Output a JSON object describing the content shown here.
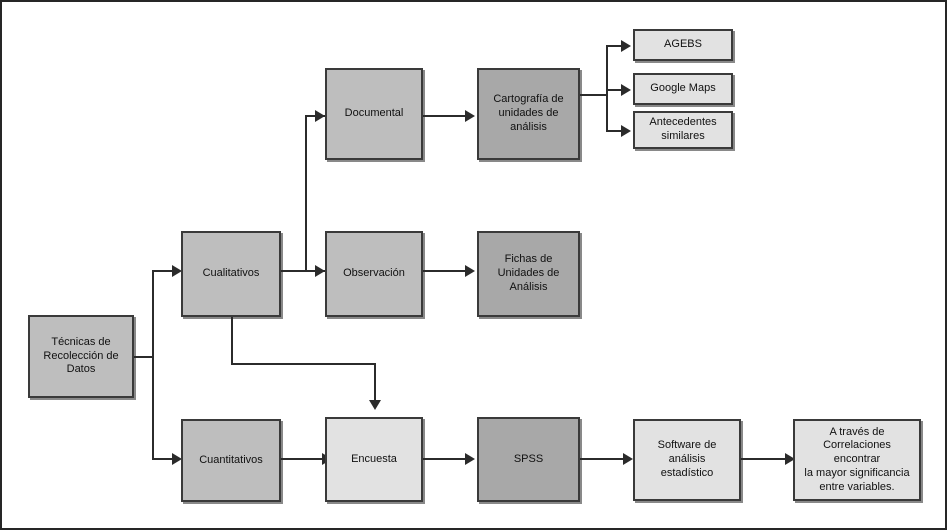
{
  "diagram": {
    "title": "Tecnicas de Recoleccion de Datos - flujo metodologico",
    "colors": {
      "fill_mid": "#bebebe",
      "fill_dark": "#a8a8a8",
      "fill_light": "#e2e2e2",
      "stroke": "#3a3a3a",
      "connector": "#2b2b2b",
      "frame": "#262626",
      "background": "#ffffff"
    },
    "nodes": {
      "root": "Técnicas de\nRecolección de\nDatos",
      "cualitativos": "Cualitativos",
      "cuantitativos": "Cuantitativos",
      "documental": "Documental",
      "observacion": "Observación",
      "cartografia": "Cartografía de\nunidades de\nanálisis",
      "fichas": "Fichas de\nUnidades de\nAnálisis",
      "agebs": "AGEBS",
      "google_maps": "Google Maps",
      "antecedentes": "Antecedentes\nsimilares",
      "encuesta": "Encuesta",
      "spss": "SPSS",
      "software": "Software de\nanálisis\nestadístico",
      "resultado": "A través de\nCorrelaciones encontrar\nla mayor significancia\nentre variables."
    }
  }
}
